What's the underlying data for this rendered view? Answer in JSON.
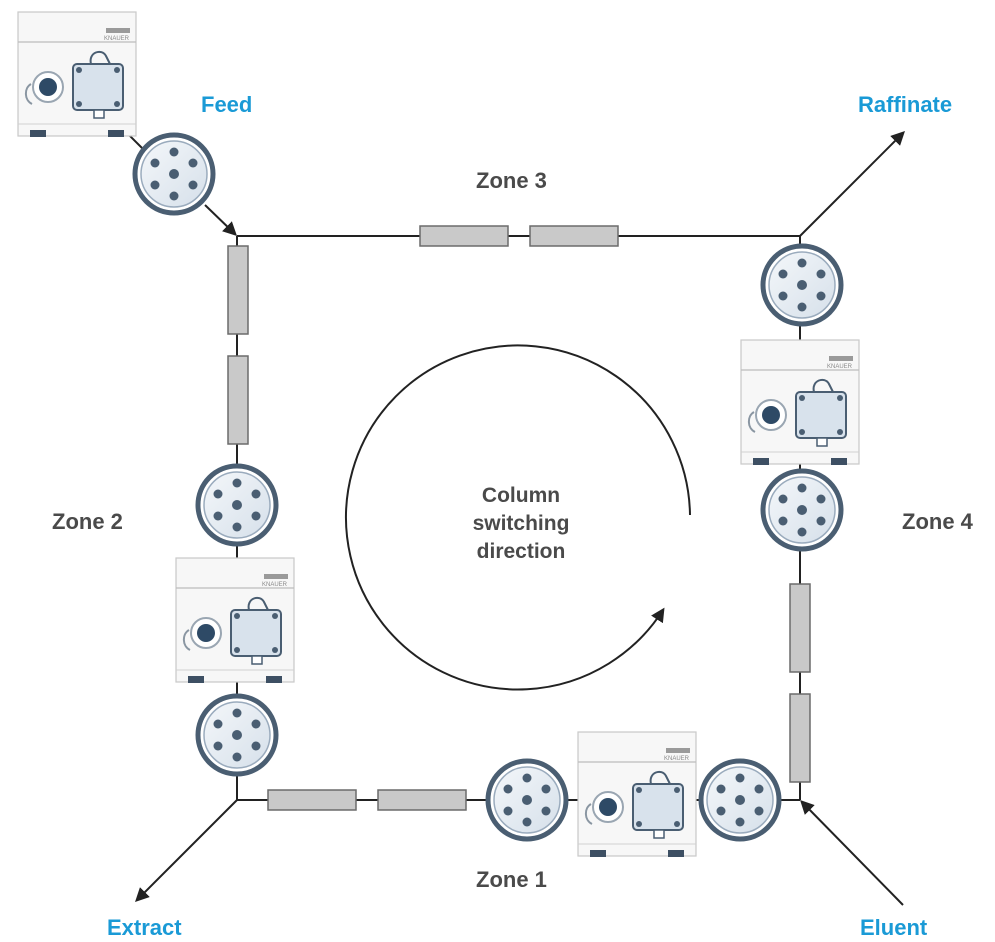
{
  "colors": {
    "stream_label": "#1a9ad6",
    "zone_label": "#4a4a4a",
    "line": "#222222",
    "column_fill": "#c9c9c9",
    "column_stroke": "#6b6b6b",
    "valve_ring": "#4a5e72",
    "valve_face": "#e8eef4",
    "pump_body": "#f7f7f7"
  },
  "labels": {
    "feed": "Feed",
    "raffinate": "Raffinate",
    "extract": "Extract",
    "eluent": "Eluent",
    "zone1": "Zone 1",
    "zone2": "Zone 2",
    "zone3": "Zone 3",
    "zone4": "Zone 4",
    "center_line1": "Column",
    "center_line2": "switching",
    "center_line3": "direction"
  },
  "pump_brand": "KNAUER",
  "icons": {
    "valve": "multiport-valve-icon",
    "pump": "pump-icon",
    "column": "chromatography-column-icon",
    "arrow": "flow-arrow-icon"
  }
}
